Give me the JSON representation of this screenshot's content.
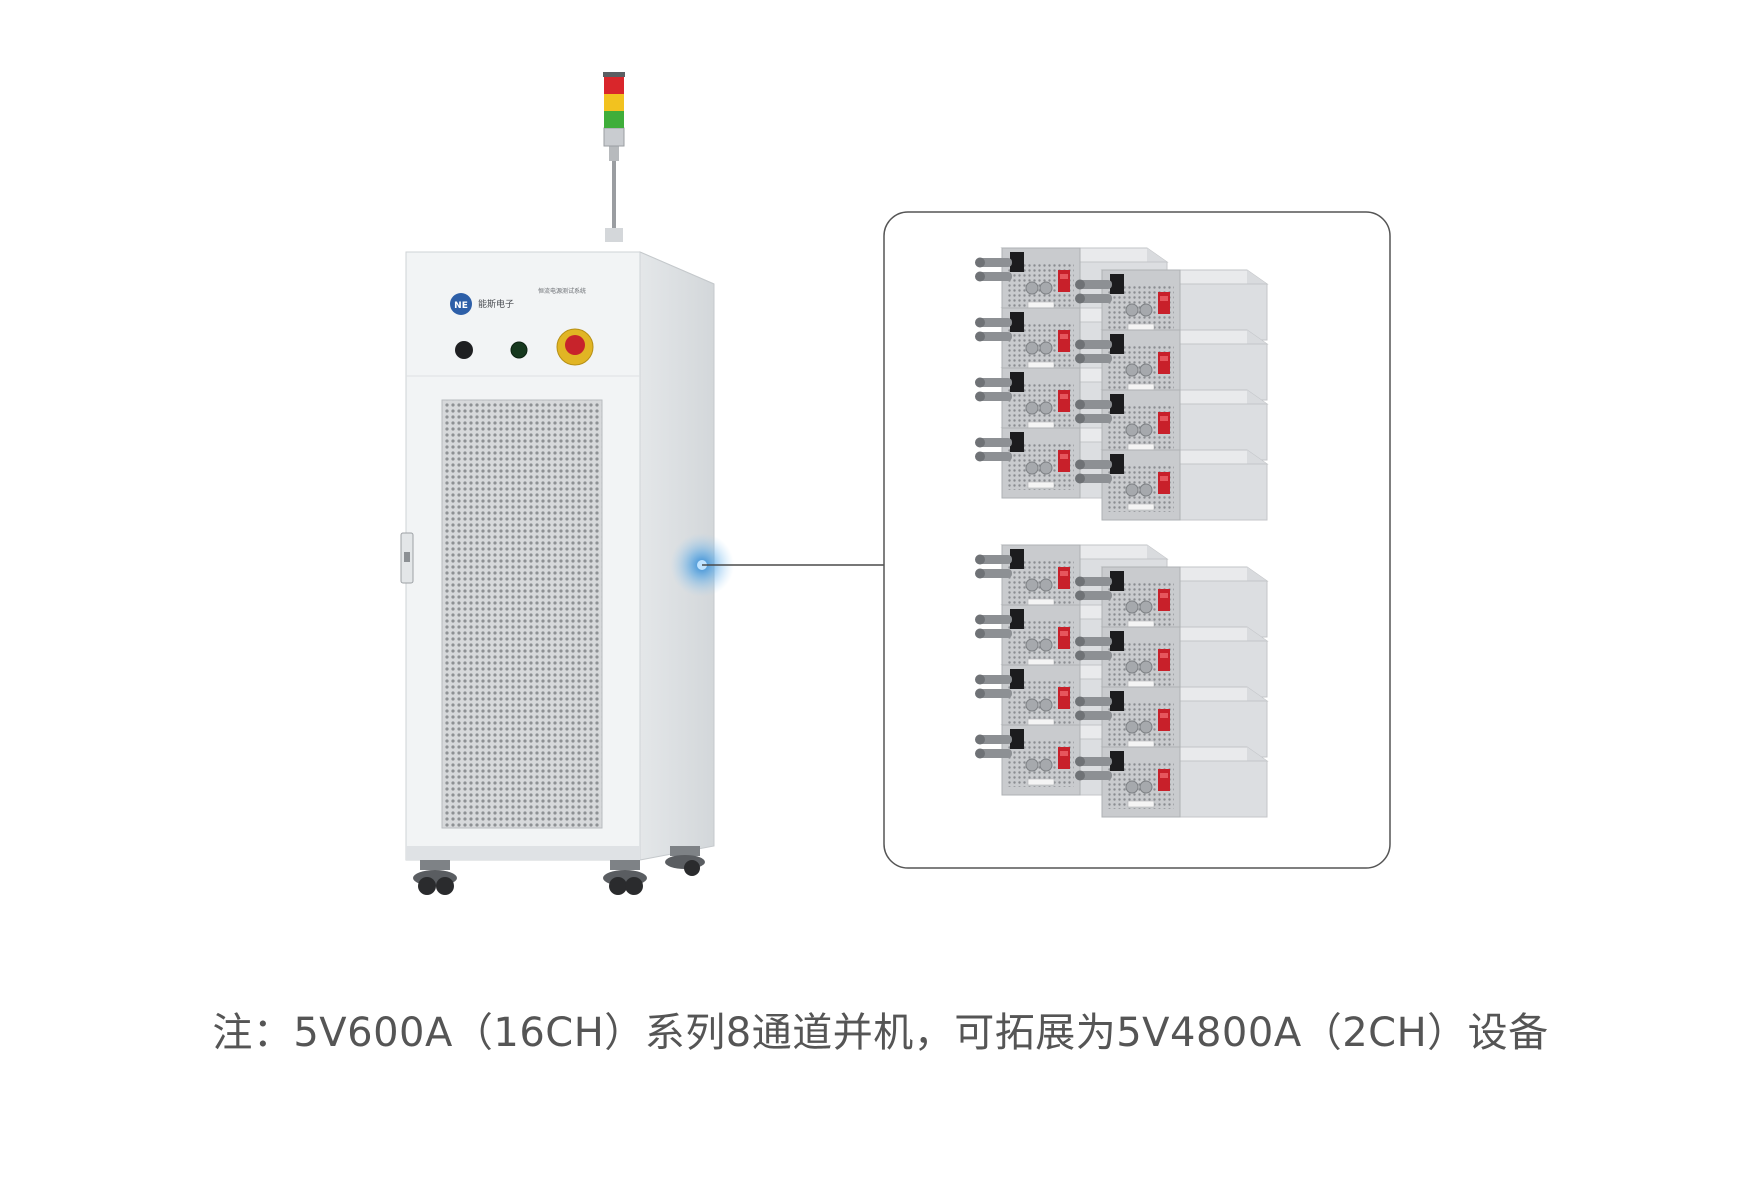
{
  "cabinet": {
    "logo_text": "NE",
    "brand_cn": "能斯电子",
    "panel_title": "恒流电源测试系统"
  },
  "caption": "注：5V600A（16CH）系列8通道并机，可拓展为5V4800A（2CH）设备",
  "colors": {
    "accent": "#2a84d2",
    "cabinet": "#f2f4f5",
    "unit_top": "#e8e9eb",
    "unit_front": "#cfd1d4",
    "unit_red": "#c8202a",
    "caption": "#555555"
  }
}
